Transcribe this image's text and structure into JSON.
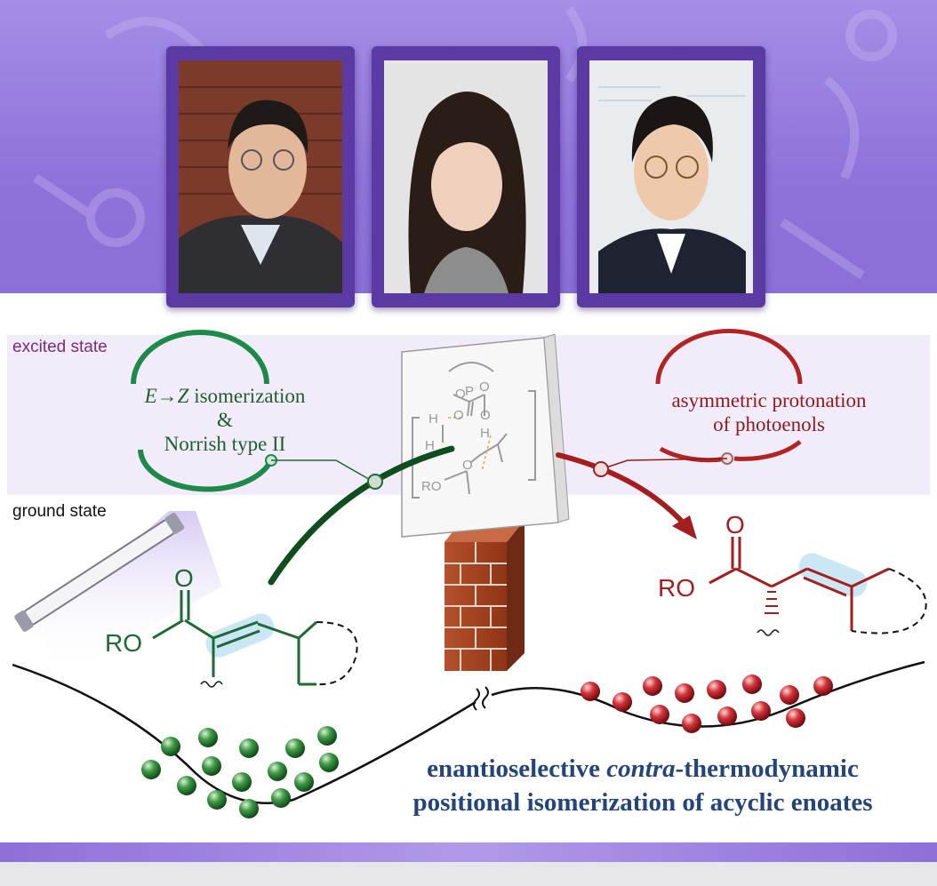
{
  "labels": {
    "excited_state": "excited state",
    "ground_state": "ground state"
  },
  "left_cycle": {
    "line1_a": "E",
    "line1_b": "→",
    "line1_c": "Z",
    "line1_d": " isomerization",
    "line2": "&",
    "line3": "Norrish type II"
  },
  "right_cycle": {
    "line1": "asymmetric protonation",
    "line2": "of photoenols"
  },
  "chem": {
    "ro_left": "RO",
    "o_left": "O",
    "ro_right": "RO",
    "o_right": "O",
    "ts_p": "P",
    "ts_o1": "O",
    "ts_o2": "O",
    "ts_o3": "O",
    "ts_o4": "O",
    "ts_h1": "H",
    "ts_h2": "H",
    "ts_ro": "RO",
    "ts_o5": "O",
    "ts_h3": "H"
  },
  "title": {
    "part1": "enantioselective ",
    "part2": "contra",
    "part3": "-thermodynamic",
    "line2": "positional isomerization of acyclic enoates"
  },
  "colors": {
    "green": "#1e6a35",
    "red": "#a31f1f",
    "purple_frame": "#5b3aa4",
    "title_blue": "#24457a"
  }
}
